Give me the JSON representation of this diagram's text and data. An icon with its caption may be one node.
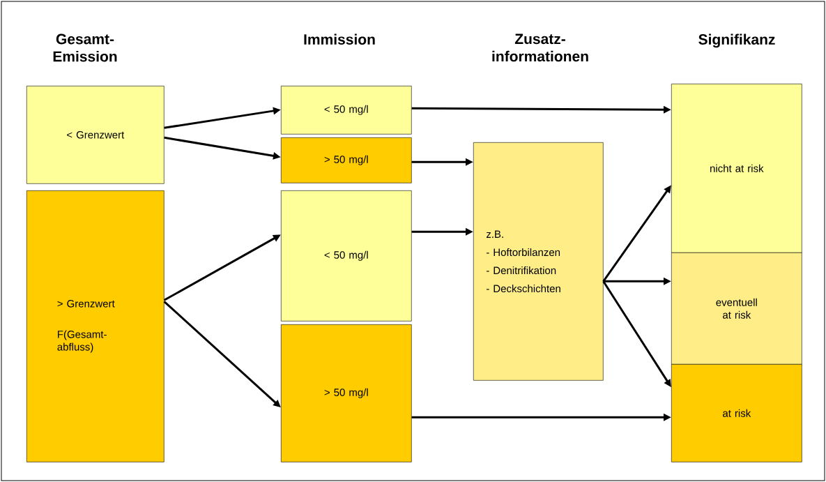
{
  "diagram": {
    "nodes": [
      {
        "text": [
          "< Grenzwert"
        ]
      },
      {
        "text": [
          "> Grenzwert",
          "F(Gesamt-abfluss)"
        ]
      },
      {
        "text": [
          "< 50 mg/l"
        ]
      },
      {
        "text": [
          "> 50 mg/l"
        ]
      },
      {
        "text": [
          "< 50 mg/l"
        ]
      },
      {
        "text": [
          "> 50 mg/l"
        ]
      },
      {
        "text": [
          "z.B.",
          "- Hoftorbilanzen",
          "- Denitrifikation",
          "- Deckschichten"
        ]
      },
      {
        "text": [
          "nicht at risk"
        ]
      },
      {
        "text": [
          "eventuell at risk"
        ]
      },
      {
        "text": [
          "at risk"
        ]
      }
    ],
    "edges": [
      {
        "from": 0,
        "to": 2,
        "arrow": "to"
      },
      {
        "from": 0,
        "to": 3,
        "arrow": "to"
      },
      {
        "from": 1,
        "to": 4,
        "arrow": "to"
      },
      {
        "from": 1,
        "to": 5,
        "arrow": "to"
      },
      {
        "from": 2,
        "to": 7,
        "arrow": "to"
      },
      {
        "from": 3,
        "to": 6,
        "arrow": "to"
      },
      {
        "from": 4,
        "to": 6,
        "arrow": "to"
      },
      {
        "from": 5,
        "to": 9,
        "arrow": "to"
      },
      {
        "from": 6,
        "to": 7,
        "arrow": "to"
      },
      {
        "from": 6,
        "to": 8,
        "arrow": "to"
      },
      {
        "from": 6,
        "to": 9,
        "arrow": "to"
      }
    ],
    "labels": [
      "Gesamt-Emission",
      "Immission",
      "Zusatz-informationen",
      "Signifikanz"
    ]
  }
}
